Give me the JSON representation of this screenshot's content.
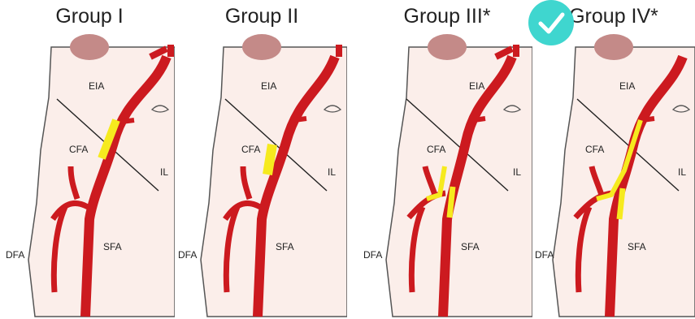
{
  "colors": {
    "artery": "#cc1a1f",
    "artery_dark": "#a31419",
    "skin": "#fbeeea",
    "outline": "#555555",
    "highlight": "#f6ea1e",
    "bladder": "#c48a88",
    "check": "#3fd6cf"
  },
  "panels": [
    {
      "title": "Group I",
      "labels": {
        "eia": "EIA",
        "cfa": "CFA",
        "il": "IL",
        "sfa": "SFA",
        "dfa": "DFA"
      },
      "highlight": "cfa-segment"
    },
    {
      "title": "Group II",
      "labels": {
        "eia": "EIA",
        "cfa": "CFA",
        "il": "IL",
        "sfa": "SFA",
        "dfa": "DFA"
      },
      "highlight": "cfa-distal"
    },
    {
      "title": "Group III*",
      "labels": {
        "eia": "EIA",
        "cfa": "CFA",
        "il": "IL",
        "sfa": "SFA",
        "dfa": "DFA"
      },
      "highlight": "bifurcation"
    },
    {
      "title": "Group IV*",
      "labels": {
        "eia": "EIA",
        "cfa": "CFA",
        "il": "IL",
        "sfa": "SFA",
        "dfa": "DFA"
      },
      "highlight": "cfa-bifurcation",
      "selected_icon": "check-icon"
    }
  ]
}
